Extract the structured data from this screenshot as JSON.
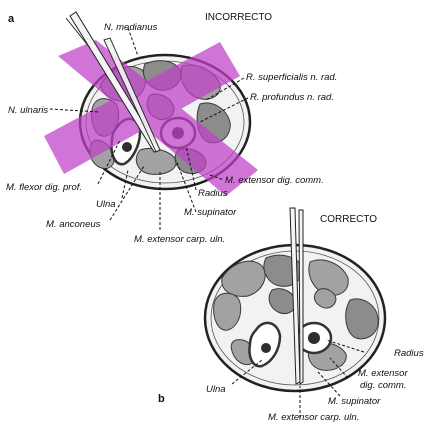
{
  "panel_a": {
    "letter": "a",
    "verdict": "INCORRECTO",
    "labels": {
      "n_medianus": "N. medianus",
      "r_superficialis": "R. superficialis n. rad.",
      "r_profundus": "R. profundus n. rad.",
      "n_ulnaris": "N. ulnaris",
      "m_extensor_dig_comm": "M. extensor dig. comm.",
      "radius": "Radius",
      "m_flexor_dig_prof": "M. flexor dig. prof.",
      "m_supinator": "M. supinator",
      "ulna": "Ulna",
      "m_anconeus": "M. anconeus",
      "m_extensor_carp_uln": "M. extensor carp. uln."
    }
  },
  "panel_b": {
    "letter": "b",
    "verdict": "CORRECTO",
    "labels": {
      "radius": "Radius",
      "m_extensor_dig_comm_1": "M. extensor",
      "m_extensor_dig_comm_2": "dig. comm.",
      "ulna": "Ulna",
      "m_supinator": "M. supinator",
      "m_extensor_carp_uln": "M. extensor carp. uln."
    }
  },
  "colors": {
    "cross_overlay": "#c040c8",
    "muscle": "#a2a2a2",
    "bone": "#ffffff",
    "ink": "#111111"
  }
}
